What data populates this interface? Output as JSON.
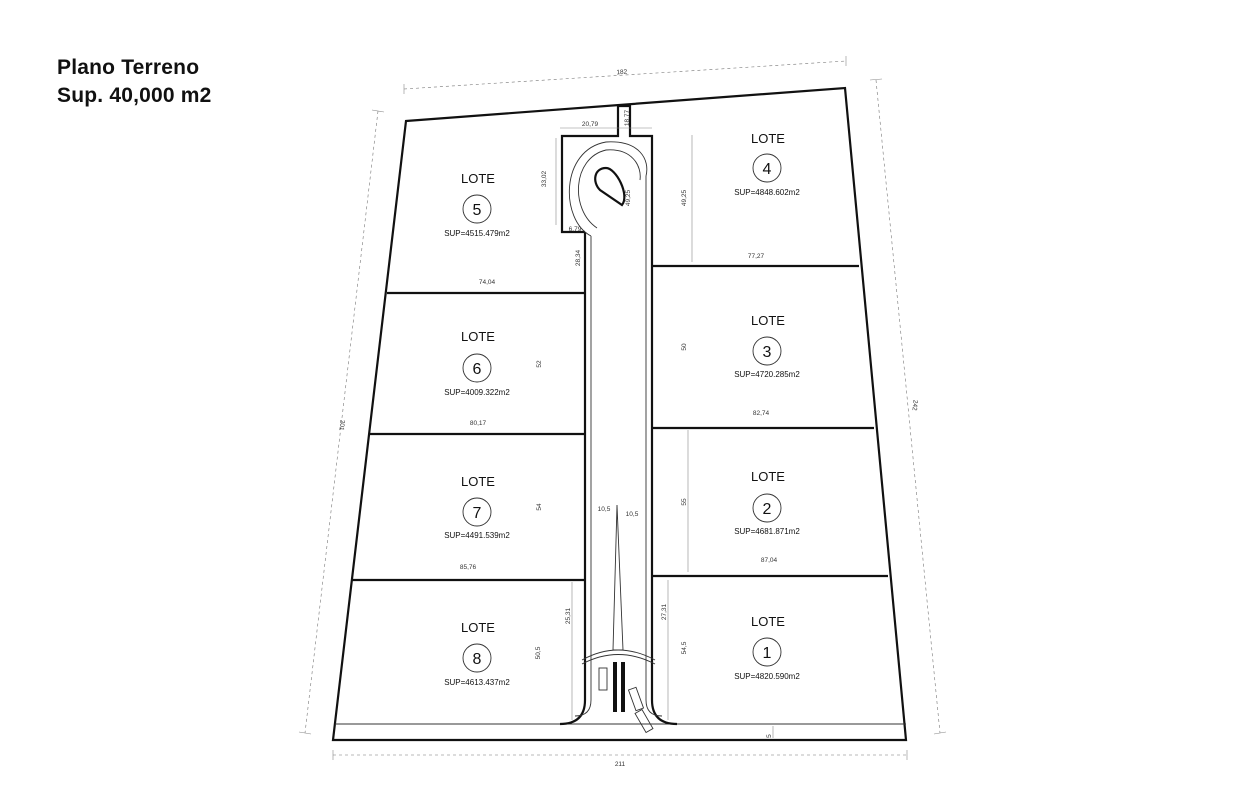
{
  "header": {
    "title": "Plano Terreno",
    "subtitle": "Sup. 40,000 m2"
  },
  "lot_prefix": "LOTE",
  "lots": [
    {
      "number": "1",
      "area": "SUP=4820.590m2"
    },
    {
      "number": "2",
      "area": "SUP=4681.871m2"
    },
    {
      "number": "3",
      "area": "SUP=4720.285m2"
    },
    {
      "number": "4",
      "area": "SUP=4848.602m2"
    },
    {
      "number": "5",
      "area": "SUP=4515.479m2"
    },
    {
      "number": "6",
      "area": "SUP=4009.322m2"
    },
    {
      "number": "7",
      "area": "SUP=4491.539m2"
    },
    {
      "number": "8",
      "area": "SUP=4613.437m2"
    }
  ],
  "dimensions": {
    "top": "182",
    "bottom": "211",
    "left": "201",
    "right": "242",
    "bottom_right_small": "5",
    "cul_de_sac_width": "20,79",
    "top_access": "18,77",
    "cul_de_sac_height": "33,02",
    "cul_de_sac_inner": "6,79",
    "road_segment": "28,34",
    "lot5_width": "74,04",
    "lot6_depth": "52",
    "lot6_width": "80,17",
    "lot7_depth": "54",
    "lot7_width": "85,76",
    "lot8_side": "25,31",
    "lot8_depth": "50,5",
    "road_left": "10,5",
    "road_right": "10,5",
    "lot4_depth_a": "49,25",
    "lot4_depth_b": "49,25",
    "lot4_width": "77,27",
    "lot3_depth": "50",
    "lot3_width": "82,74",
    "lot2_depth": "55",
    "lot2_width": "87,04",
    "lot1_side": "27,31",
    "lot1_depth": "54,5"
  }
}
